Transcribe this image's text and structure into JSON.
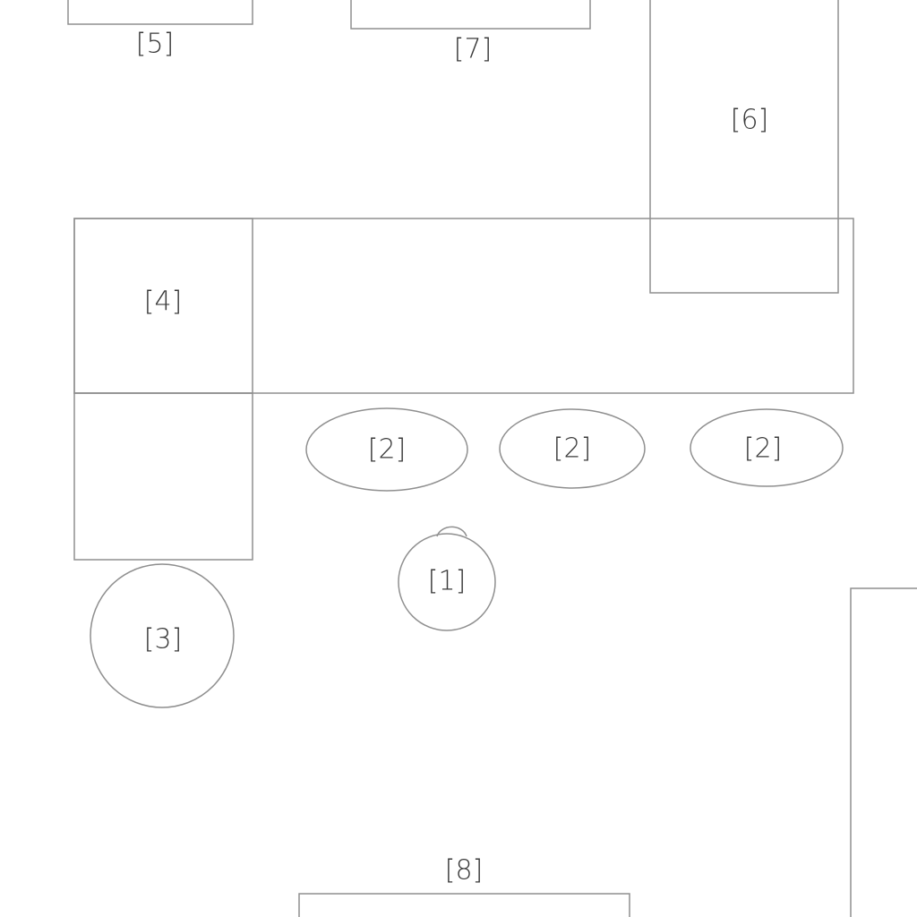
{
  "diagram": {
    "labels": {
      "l5": "[5]",
      "l7": "[7]",
      "l6": "[6]",
      "l4": "[4]",
      "l2a": "[2]",
      "l2b": "[2]",
      "l2c": "[2]",
      "l1": "[1]",
      "l3": "[3]",
      "l8": "[8]"
    },
    "stroke_color": "#8f8f8f",
    "label_color": "#3a3a3a"
  }
}
